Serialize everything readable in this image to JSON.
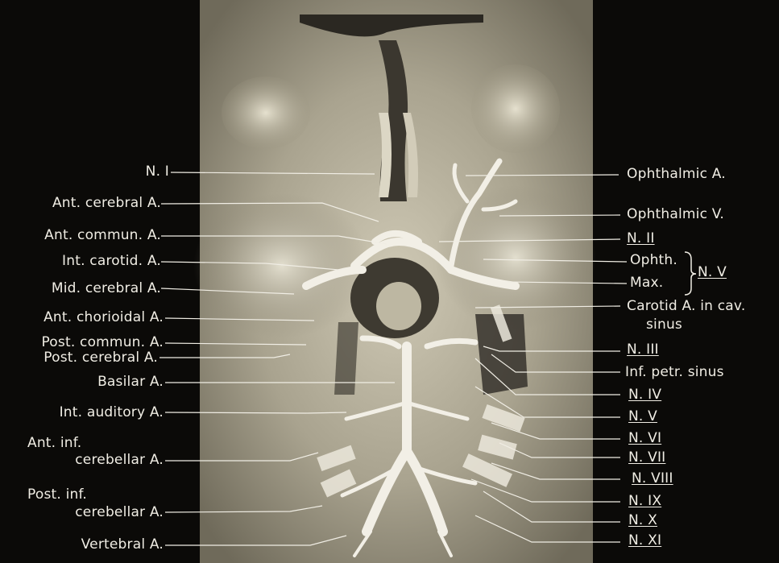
{
  "left_labels": [
    {
      "id": "n-i",
      "text": "N. I"
    },
    {
      "id": "ant-cerebral",
      "text": "Ant. cerebral A."
    },
    {
      "id": "ant-commun",
      "text": "Ant. commun. A."
    },
    {
      "id": "int-carotid",
      "text": "Int. carotid. A."
    },
    {
      "id": "mid-cerebral",
      "text": "Mid. cerebral A."
    },
    {
      "id": "ant-chorioidal",
      "text": "Ant. chorioidal A."
    },
    {
      "id": "post-commun",
      "text": "Post. commun. A."
    },
    {
      "id": "post-cerebral",
      "text": "Post. cerebral A."
    },
    {
      "id": "basilar",
      "text": "Basilar A."
    },
    {
      "id": "int-auditory",
      "text": "Int. auditory A."
    },
    {
      "id": "ant-inf-cerebellar-1",
      "text": "Ant. inf."
    },
    {
      "id": "ant-inf-cerebellar-2",
      "text": "cerebellar A."
    },
    {
      "id": "post-inf-cerebellar-1",
      "text": "Post. inf."
    },
    {
      "id": "post-inf-cerebellar-2",
      "text": "cerebellar A."
    },
    {
      "id": "vertebral",
      "text": "Vertebral A."
    }
  ],
  "right_labels": [
    {
      "id": "ophthalmic-a",
      "text": "Ophthalmic A."
    },
    {
      "id": "ophthalmic-v",
      "text": "Ophthalmic V."
    },
    {
      "id": "n-ii",
      "text": "N. II"
    },
    {
      "id": "ophth",
      "text": "Ophth."
    },
    {
      "id": "max",
      "text": "Max."
    },
    {
      "id": "n-v-group",
      "text": "N. V"
    },
    {
      "id": "carotid-cav-1",
      "text": "Carotid A. in cav."
    },
    {
      "id": "carotid-cav-2",
      "text": "sinus"
    },
    {
      "id": "n-iii",
      "text": "N. III"
    },
    {
      "id": "inf-petr",
      "text": "Inf. petr. sinus"
    },
    {
      "id": "n-iv",
      "text": "N. IV"
    },
    {
      "id": "n-v",
      "text": "N. V"
    },
    {
      "id": "n-vi",
      "text": "N. VI"
    },
    {
      "id": "n-vii",
      "text": "N. VII"
    },
    {
      "id": "n-viii",
      "text": "N. VIII"
    },
    {
      "id": "n-ix",
      "text": "N. IX"
    },
    {
      "id": "n-x",
      "text": "N. X"
    },
    {
      "id": "n-xi",
      "text": "N. XI"
    }
  ],
  "colors": {
    "background": "#0b0a08",
    "plate": "#bdb7a4",
    "vessel": "#f2efe6",
    "label": "#f0ede4"
  }
}
